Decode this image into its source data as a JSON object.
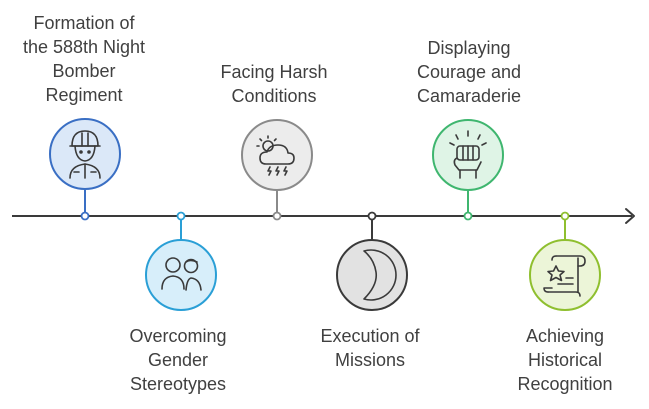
{
  "events": [
    {
      "label": "Formation of\nthe 588th Night\nBomber\nRegiment",
      "icon": "pilot-icon",
      "color": "#3a6fc4",
      "fill": "#dbe8f8"
    },
    {
      "label": "Overcoming\nGender\nStereotypes",
      "icon": "people-icon",
      "color": "#2a9fd6",
      "fill": "#d7eefa"
    },
    {
      "label": "Facing Harsh\nConditions",
      "icon": "storm-icon",
      "color": "#8a8a8a",
      "fill": "#ececec"
    },
    {
      "label": "Execution of\nMissions",
      "icon": "crescent-moon-icon",
      "color": "#3a3a3a",
      "fill": "#e2e2e2"
    },
    {
      "label": "Displaying\nCourage and\nCamaraderie",
      "icon": "fist-icon",
      "color": "#3fb66f",
      "fill": "#dff4e6"
    },
    {
      "label": "Achieving\nHistorical\nRecognition",
      "icon": "scroll-award-icon",
      "color": "#8fbf2f",
      "fill": "#ecf5d8"
    }
  ]
}
